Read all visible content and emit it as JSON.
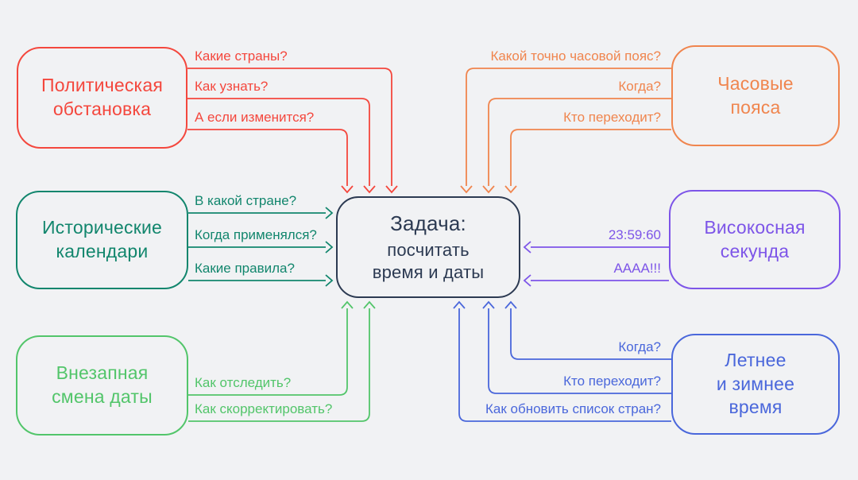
{
  "diagram": {
    "colors": {
      "bg": "#F1F2F4",
      "political": "#F4473D",
      "timezones": "#F0854E",
      "historical": "#12866D",
      "leapsecond": "#7D55E8",
      "datechange": "#52C56A",
      "dst": "#4A67DB",
      "center": "#2C3A52"
    },
    "center": {
      "title": "Задача:",
      "subtitle_line1": "посчитать",
      "subtitle_line2": "время и даты"
    },
    "groups": {
      "political": {
        "title_line1": "Политическая",
        "title_line2": "обстановка",
        "labels": [
          "Какие страны?",
          "Как узнать?",
          "А если изменится?"
        ]
      },
      "timezones": {
        "title_line1": "Часовые",
        "title_line2": "пояса",
        "labels": [
          "Какой точно часовой пояс?",
          "Когда?",
          "Кто переходит?"
        ]
      },
      "historical": {
        "title_line1": "Исторические",
        "title_line2": "календари",
        "labels": [
          "В какой стране?",
          "Когда применялся?",
          "Какие правила?"
        ]
      },
      "leapsecond": {
        "title_line1": "Високосная",
        "title_line2": "секунда",
        "labels": [
          "23:59:60",
          "АААА!!!"
        ]
      },
      "datechange": {
        "title_line1": "Внезапная",
        "title_line2": "смена даты",
        "labels": [
          "Как отследить?",
          "Как скорректировать?"
        ]
      },
      "dst": {
        "title_line1": "Летнее",
        "title_line2": "и зимнее",
        "title_line3": "время",
        "labels": [
          "Когда?",
          "Кто переходит?",
          "Как обновить список стран?"
        ]
      }
    }
  }
}
